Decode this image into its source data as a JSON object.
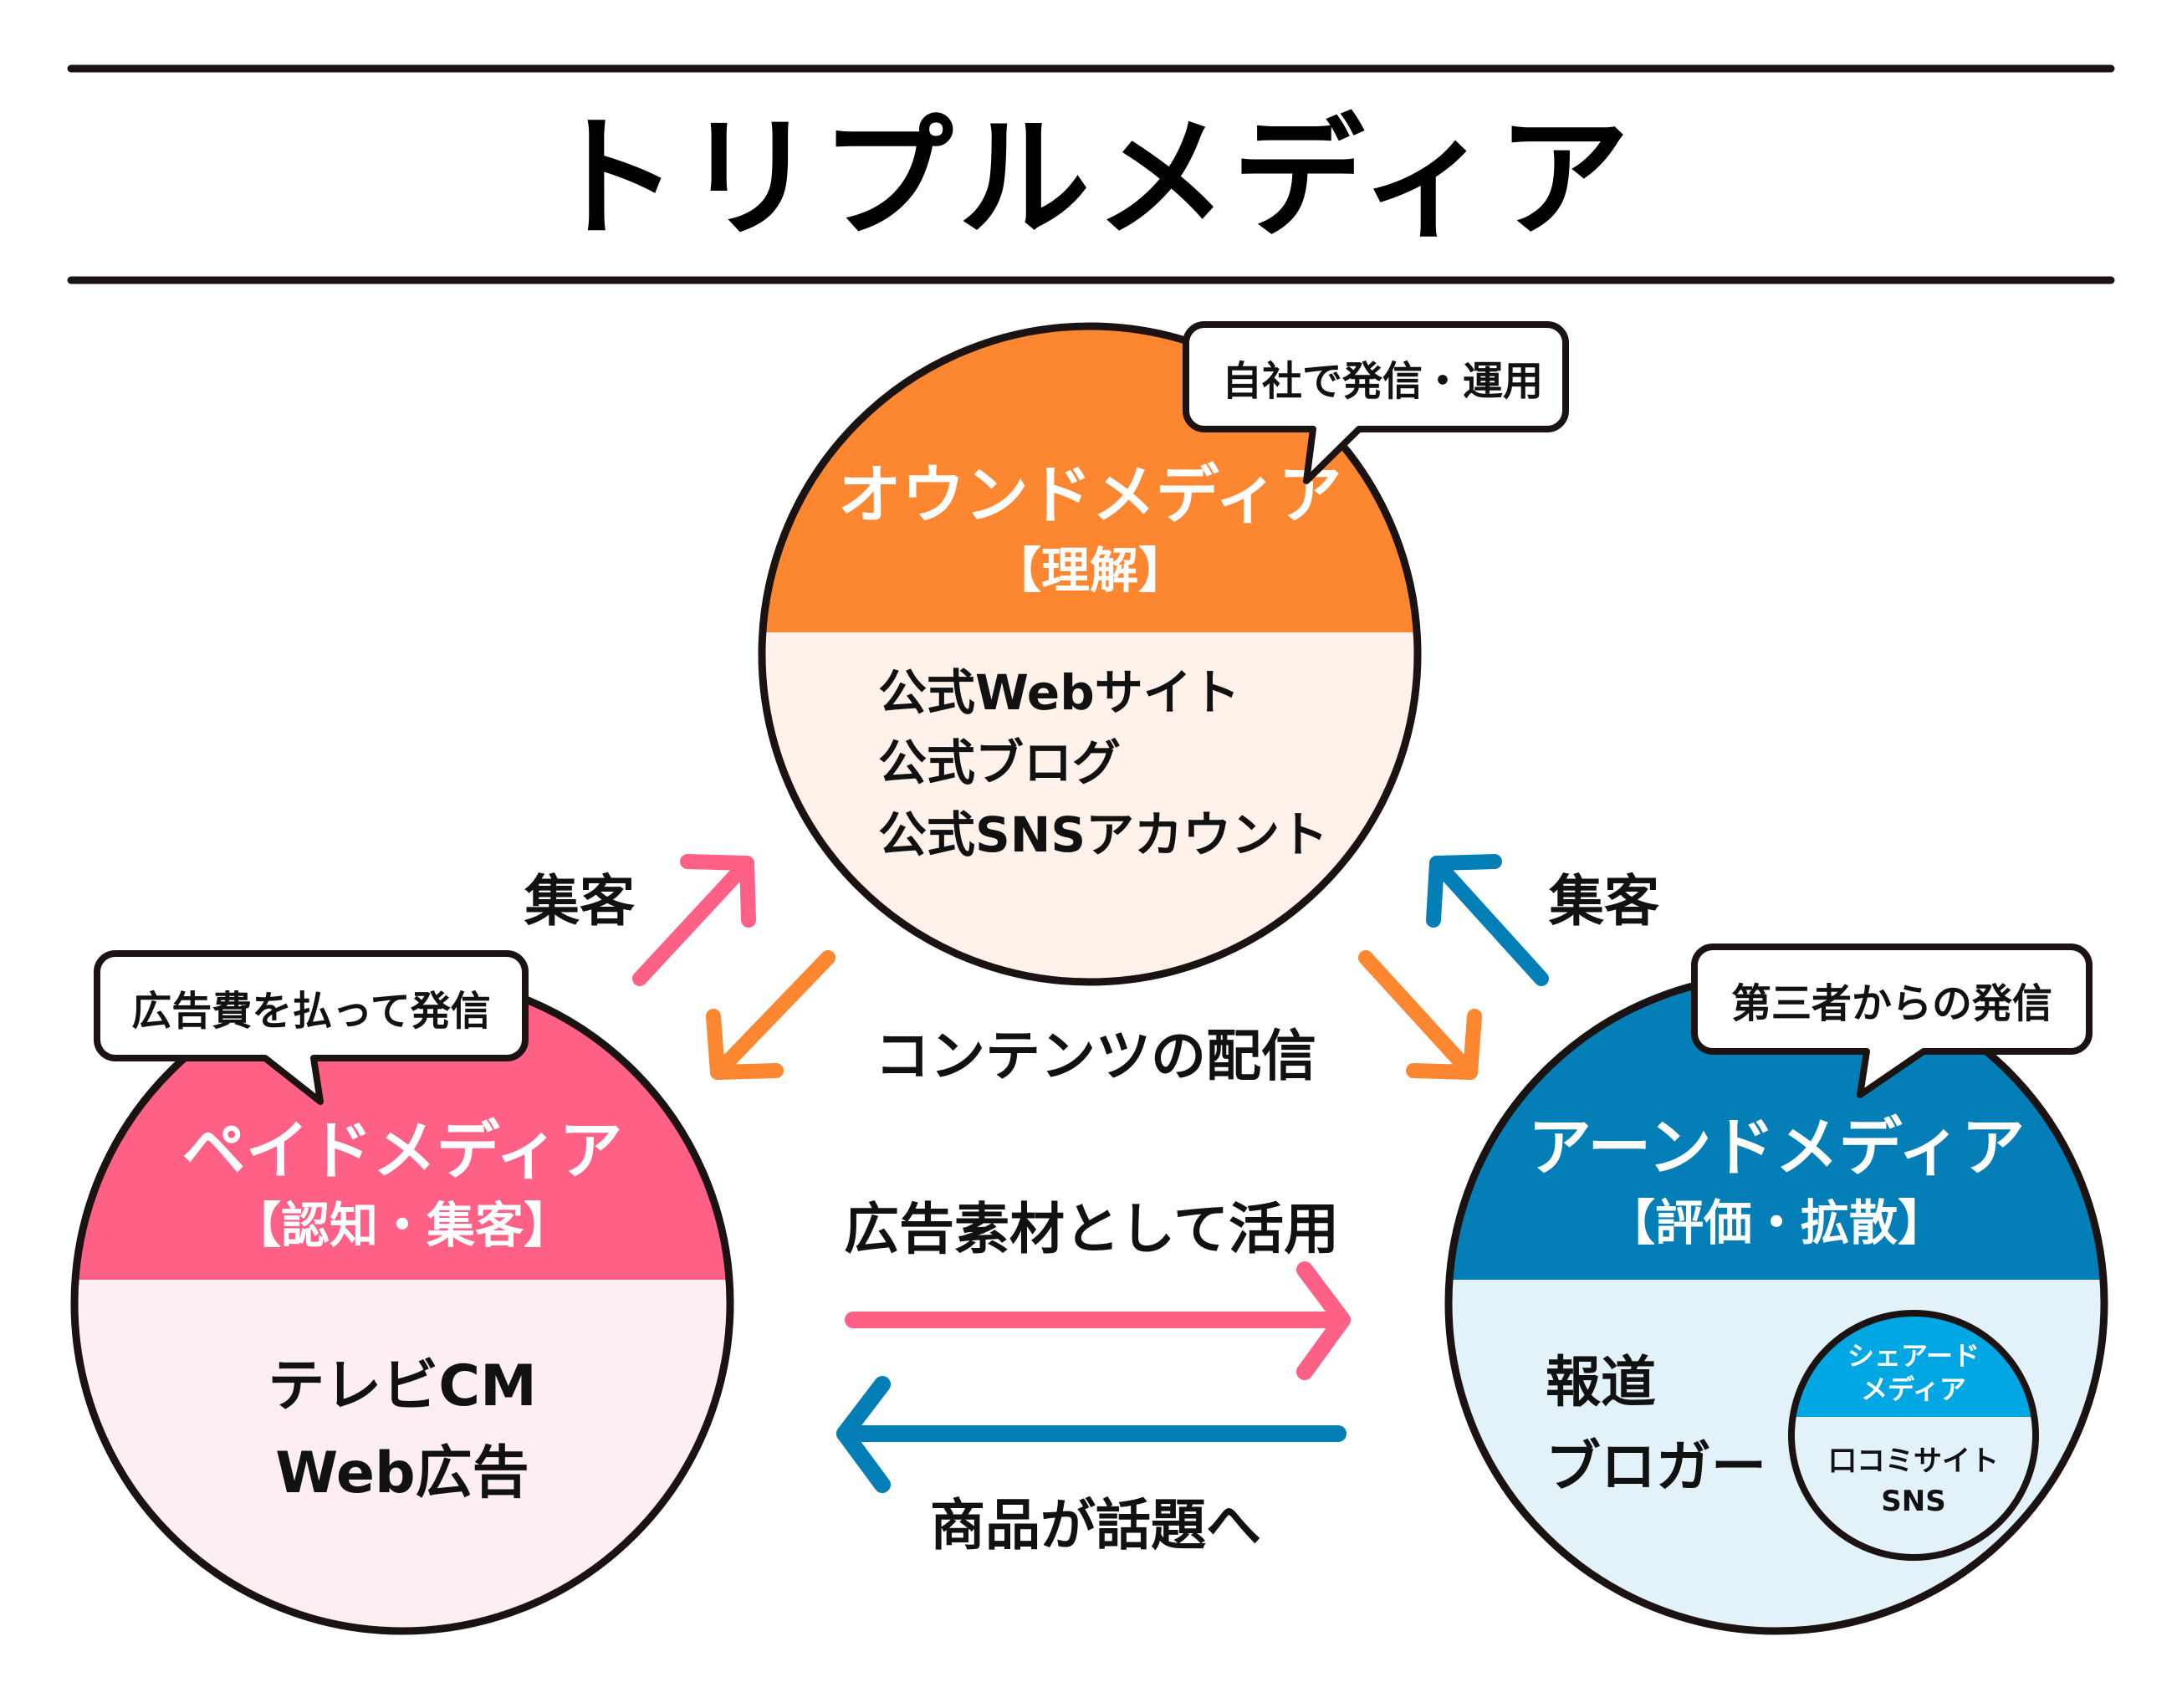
{
  "title": "トリプルメディア",
  "colors": {
    "ink": "#1a1311",
    "owned": "#fd8631",
    "owned_light": "#fef2ea",
    "paid": "#fe6086",
    "paid_light": "#fdeef2",
    "earned": "#047eb6",
    "earned_light": "#e3f1f8",
    "shared": "#00a7e3"
  },
  "owned": {
    "name": "オウンドメディア",
    "role": "【理解】",
    "callout": "自社で発信・運用",
    "items": [
      "公式Webサイト",
      "公式ブログ",
      "公式SNSアカウント"
    ]
  },
  "paid": {
    "name": "ペイドメディア",
    "role": "【認知・集客】",
    "callout": "広告費を払って発信",
    "items": [
      "テレビCM",
      "Web広告"
    ]
  },
  "earned": {
    "name": "アーンドメディア",
    "role": "【評価・拡散】",
    "callout": "第三者からの発信",
    "items": [
      "報道",
      "ブロガー"
    ],
    "shared": {
      "name_line1": "シェアード",
      "name_line2": "メディア",
      "items": [
        "口コミサイト",
        "SNS"
      ]
    }
  },
  "flows": {
    "paid_to_owned": "集客",
    "earned_to_owned": "集客",
    "owned_out": "コンテンツの配信",
    "paid_to_earned": "広告素材として活用",
    "earned_to_paid": "商品が話題へ"
  }
}
